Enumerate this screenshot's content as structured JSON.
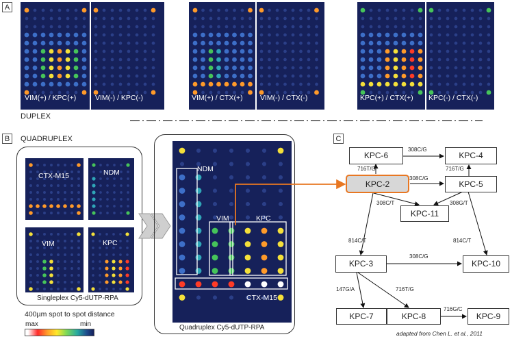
{
  "panel_a": {
    "label": "A",
    "section": "DUPLEX",
    "chips": [
      {
        "left": "VIM(+) / KPC(+)",
        "right": "VIM(-) / KPC(-)"
      },
      {
        "left": "VIM(+) / CTX(+)",
        "right": "VIM(-) / CTX(-)"
      },
      {
        "left": "KPC(+) / CTX(+)",
        "right": "KPC(-) / CTX(-)"
      }
    ]
  },
  "panel_b": {
    "label": "B",
    "section": "QUADRUPLEX",
    "singleplex_labels": [
      "CTX-M15",
      "NDM",
      "VIM",
      "KPC"
    ],
    "singleplex_caption": "Singleplex Cy5-dUTP-RPA",
    "quad_labels": {
      "ndm": "NDM",
      "vim": "VIM",
      "kpc": "KPC",
      "ctx": "CTX-M15"
    },
    "quad_caption": "Quadruplex Cy5-dUTP-RPA",
    "spot_distance": "400µm spot to spot distance",
    "scale_max": "max",
    "scale_min": "min",
    "colors": {
      "orange_arrow": "#e87722",
      "highlight": "#e87722"
    }
  },
  "panel_c": {
    "label": "C",
    "nodes": {
      "kpc6": "KPC-6",
      "kpc4": "KPC-4",
      "kpc2": "KPC-2",
      "kpc5": "KPC-5",
      "kpc11": "KPC-11",
      "kpc3": "KPC-3",
      "kpc10": "KPC-10",
      "kpc7": "KPC-7",
      "kpc8": "KPC-8",
      "kpc9": "KPC-9"
    },
    "edges": {
      "e6_4": "308C/G",
      "e2_6": "716T/G",
      "e5_4": "716T/G",
      "e2_5": "308C/G",
      "e2_11": "308C/T",
      "e5_11": "308G/T",
      "e2_3": "814C/T",
      "e5_10": "814C/T",
      "e3_10": "308C/G",
      "e3_7": "147G/A",
      "e3_8": "716T/G",
      "e8_9": "716G/C"
    },
    "credit": "adapted from Chen L. et al., 2011"
  }
}
